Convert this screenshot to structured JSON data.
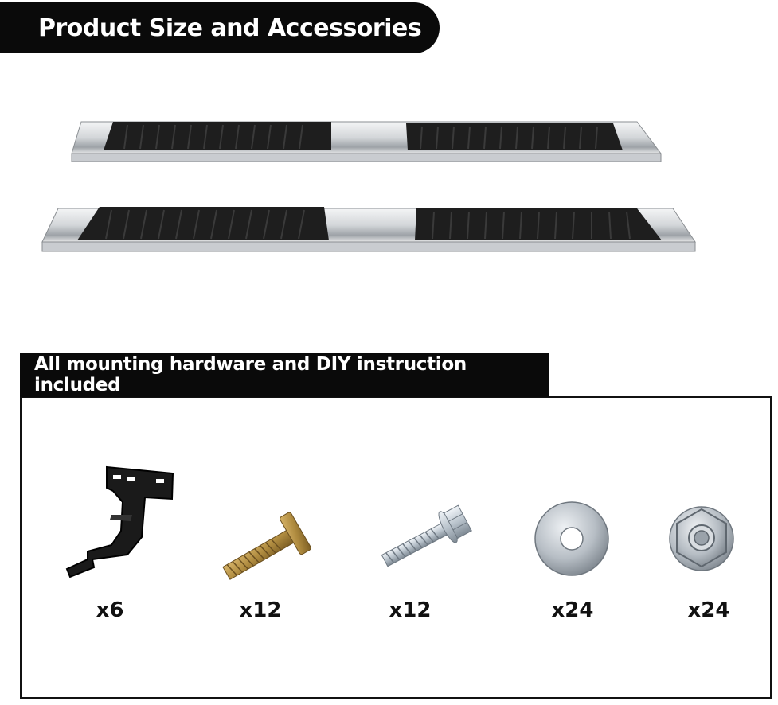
{
  "header": {
    "title": "Product Size and Accessories"
  },
  "hardware": {
    "title": "All mounting hardware and DIY instruction included",
    "items": [
      {
        "name": "bracket",
        "qty": "x6"
      },
      {
        "name": "t-bolt",
        "qty": "x12"
      },
      {
        "name": "flange-bolt",
        "qty": "x12"
      },
      {
        "name": "flat-washer",
        "qty": "x24"
      },
      {
        "name": "flange-nut",
        "qty": "x24"
      }
    ]
  },
  "colors": {
    "banner": "#0a0a0a",
    "pad": "#1f1f1f",
    "steel": "#d8dadc"
  }
}
